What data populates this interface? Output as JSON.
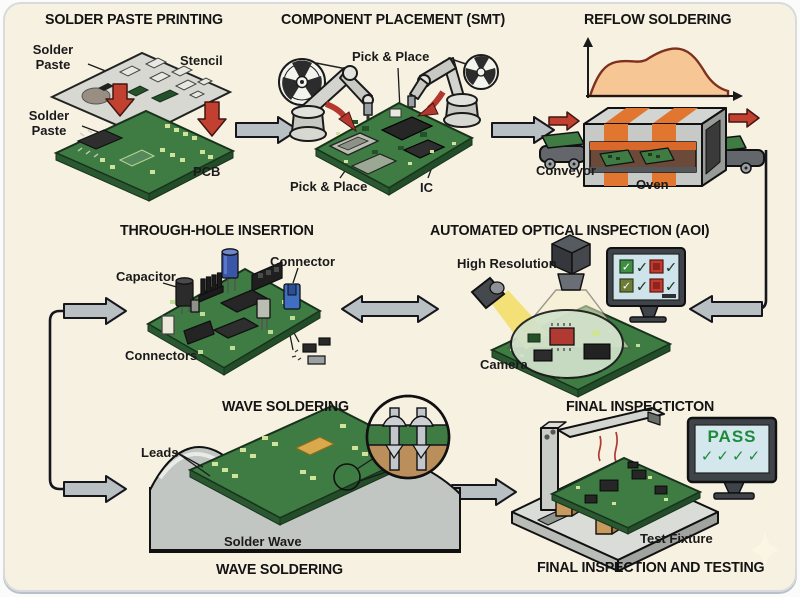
{
  "icons": {
    "check": "✓",
    "checks_row": "✓✓✓✓"
  },
  "colors": {
    "background": "#f7f1e2",
    "pcb_green": "#3e7c44",
    "pcb_green_dark": "#2a5830",
    "arrow_gray": "#b9c0c4",
    "arrow_red": "#c2402f",
    "oven_orange": "#e0762f",
    "reflow_curve_fill": "#f6c795",
    "screen_blue": "#cfe4ea",
    "pass_green": "#1d8a3c",
    "fail_red": "#c23a30",
    "solder_gray": "#c2c6c2"
  },
  "panels": {
    "solder_paste_printing": {
      "title": "SOLDER PASTE PRINTING",
      "labels": {
        "solder_paste_top": "Solder Paste",
        "stencil": "Stencil",
        "solder_paste_bottom": "Solder Paste",
        "pcb": "PCB"
      }
    },
    "component_placement": {
      "title": "COMPONENT PLACEMENT (SMT)",
      "labels": {
        "pick_place_top": "Pick & Place",
        "pick_place_bottom": "Pick & Place",
        "ic": "IC"
      }
    },
    "reflow_soldering": {
      "title": "REFLOW SOLDERING",
      "labels": {
        "conveyor": "Conveyor",
        "oven": "Oven"
      }
    },
    "through_hole_insertion": {
      "title": "THROUGH-HOLE INSERTION",
      "labels": {
        "capacitor": "Capacitor",
        "connector": "Connector",
        "connectors": "Connectors"
      }
    },
    "aoi": {
      "title": "AUTOMATED OPTICAL INSPECTION (AOI)",
      "labels": {
        "high_resolution": "High Resolution",
        "camera": "Camera"
      }
    },
    "wave_soldering": {
      "title": "WAVE SOLDERING",
      "labels": {
        "leads": "Leads",
        "solder_wave": "Solder Wave"
      },
      "caption": "WAVE SOLDERING"
    },
    "final_inspection": {
      "title": "FINAL INSPECTICTON",
      "labels": {
        "test_fixture": "Test Fixture"
      },
      "monitor": {
        "status": "PASS"
      },
      "caption": "FINAL INSPECTION AND TESTING"
    }
  }
}
